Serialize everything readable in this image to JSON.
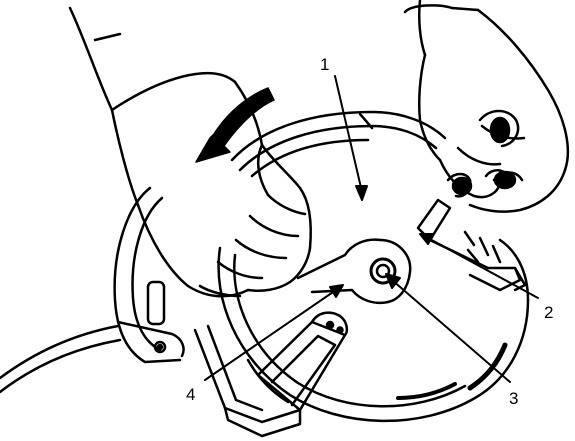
{
  "figure": {
    "callouts": [
      {
        "id": "1",
        "label": "1"
      },
      {
        "id": "2",
        "label": "2"
      },
      {
        "id": "3",
        "label": "3"
      },
      {
        "id": "4",
        "label": "4"
      }
    ],
    "colors": {
      "ink": "#000000",
      "paper": "#ffffff"
    },
    "icons": [
      "rotation-arrow-icon"
    ]
  }
}
